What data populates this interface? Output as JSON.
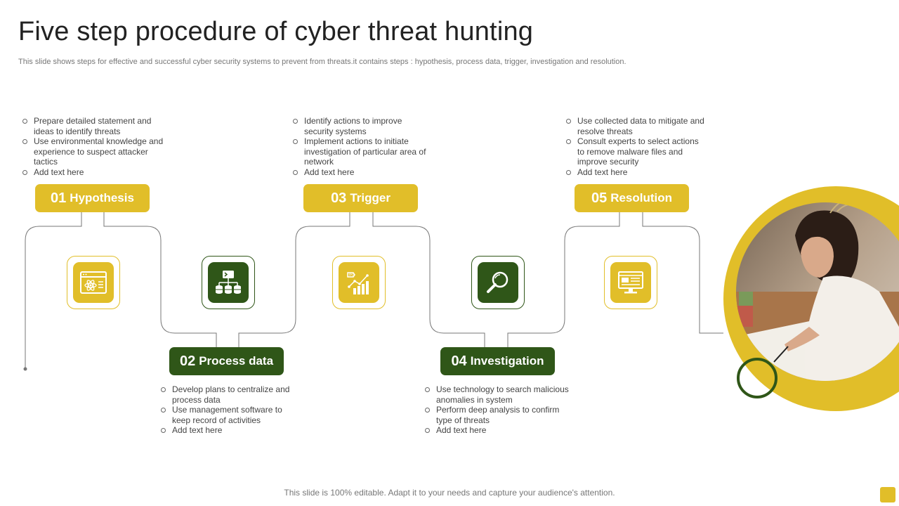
{
  "title": "Five step procedure of cyber threat hunting",
  "subtitle": "This slide shows steps for effective  and successful cyber security systems to prevent from threats.it contains steps : hypothesis, process data, trigger, investigation and resolution.",
  "steps": [
    {
      "number": "01",
      "label": "Hypothesis",
      "icon": "browser-atom-icon",
      "color": "#e1be29",
      "bullets": [
        "Prepare detailed statement and ideas to identify threats",
        "Use environmental knowledge and experience to  suspect attacker tactics",
        "Add text here"
      ]
    },
    {
      "number": "02",
      "label": "Process  data",
      "icon": "server-network-icon",
      "color": "#2f5618",
      "bullets": [
        "Develop plans to centralize and process data",
        "Use management software to keep record of activities",
        "Add text here"
      ]
    },
    {
      "number": "03",
      "label": "Trigger",
      "icon": "growth-chart-icon",
      "color": "#e1be29",
      "bullets": [
        "Identify actions to improve security systems",
        "Implement actions to initiate investigation of particular area of network",
        "Add text here"
      ]
    },
    {
      "number": "04",
      "label": "Investigation",
      "icon": "magnifier-icon",
      "color": "#2f5618",
      "bullets": [
        "Use technology to search malicious anomalies in system",
        "Perform deep analysis to confirm type  of threats",
        "Add text here"
      ]
    },
    {
      "number": "05",
      "label": "Resolution",
      "icon": "monitor-icon",
      "color": "#e1be29",
      "bullets": [
        "Use collected data to mitigate and resolve threats",
        "Consult experts to select actions to remove malware files and improve security",
        "Add text here"
      ]
    }
  ],
  "photo_subject": "woman-drawing-at-desk",
  "footer": "This slide is 100% editable. Adapt it to your needs and capture your audience's attention."
}
